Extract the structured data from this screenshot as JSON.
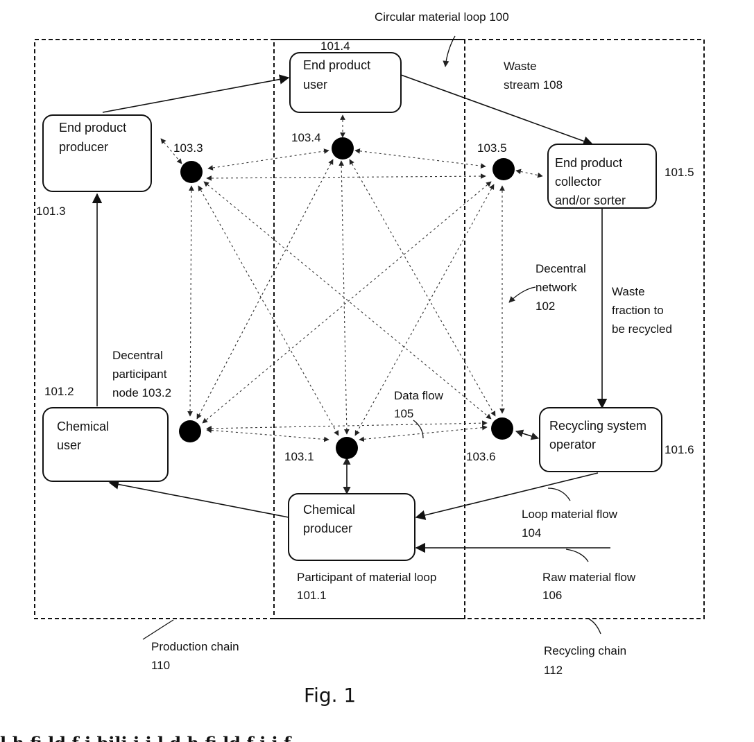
{
  "frames": {
    "circular_loop": "Circular material loop 100",
    "production_chain": [
      "Production chain",
      "110"
    ],
    "recycling_chain": [
      "Recycling chain",
      "112"
    ]
  },
  "participants": {
    "p101_1": {
      "label": [
        "Chemical",
        "producer"
      ],
      "id": ""
    },
    "p101_2": {
      "label": [
        "Chemical",
        "user"
      ],
      "id": "101.2"
    },
    "p101_3": {
      "label": [
        "End product",
        "producer"
      ],
      "id": "101.3"
    },
    "p101_4": {
      "label": [
        "End product",
        "user"
      ],
      "id": "101.4"
    },
    "p101_5": {
      "label": [
        "End product",
        "collector",
        "and/or sorter"
      ],
      "id": "101.5"
    },
    "p101_6": {
      "label": [
        "Recycling system",
        "operator"
      ],
      "id": "101.6"
    }
  },
  "nodes": {
    "n103_1": "103.1",
    "n103_2": [
      "Decentral",
      "participant",
      "node 103.2"
    ],
    "n103_3": "103.3",
    "n103_4": "103.4",
    "n103_5": "103.5",
    "n103_6": "103.6"
  },
  "annotations": {
    "waste_stream": [
      "Waste",
      "stream 108"
    ],
    "decentral_network": [
      "Decentral",
      "network",
      "102"
    ],
    "waste_fraction": [
      "Waste",
      "fraction to",
      "be recycled"
    ],
    "data_flow": [
      "Data flow",
      "105"
    ],
    "loop_material_flow": [
      "Loop material flow",
      "104"
    ],
    "raw_material_flow": [
      "Raw material flow",
      "106"
    ],
    "participant_of_loop": [
      "Participant of material loop",
      "101.1"
    ]
  },
  "figure_caption": "Fig. 1",
  "cut_off_text": "l                 h    fi ld    f      i   bili           i              i   l    d          h    fi ld    f             i     i     f"
}
